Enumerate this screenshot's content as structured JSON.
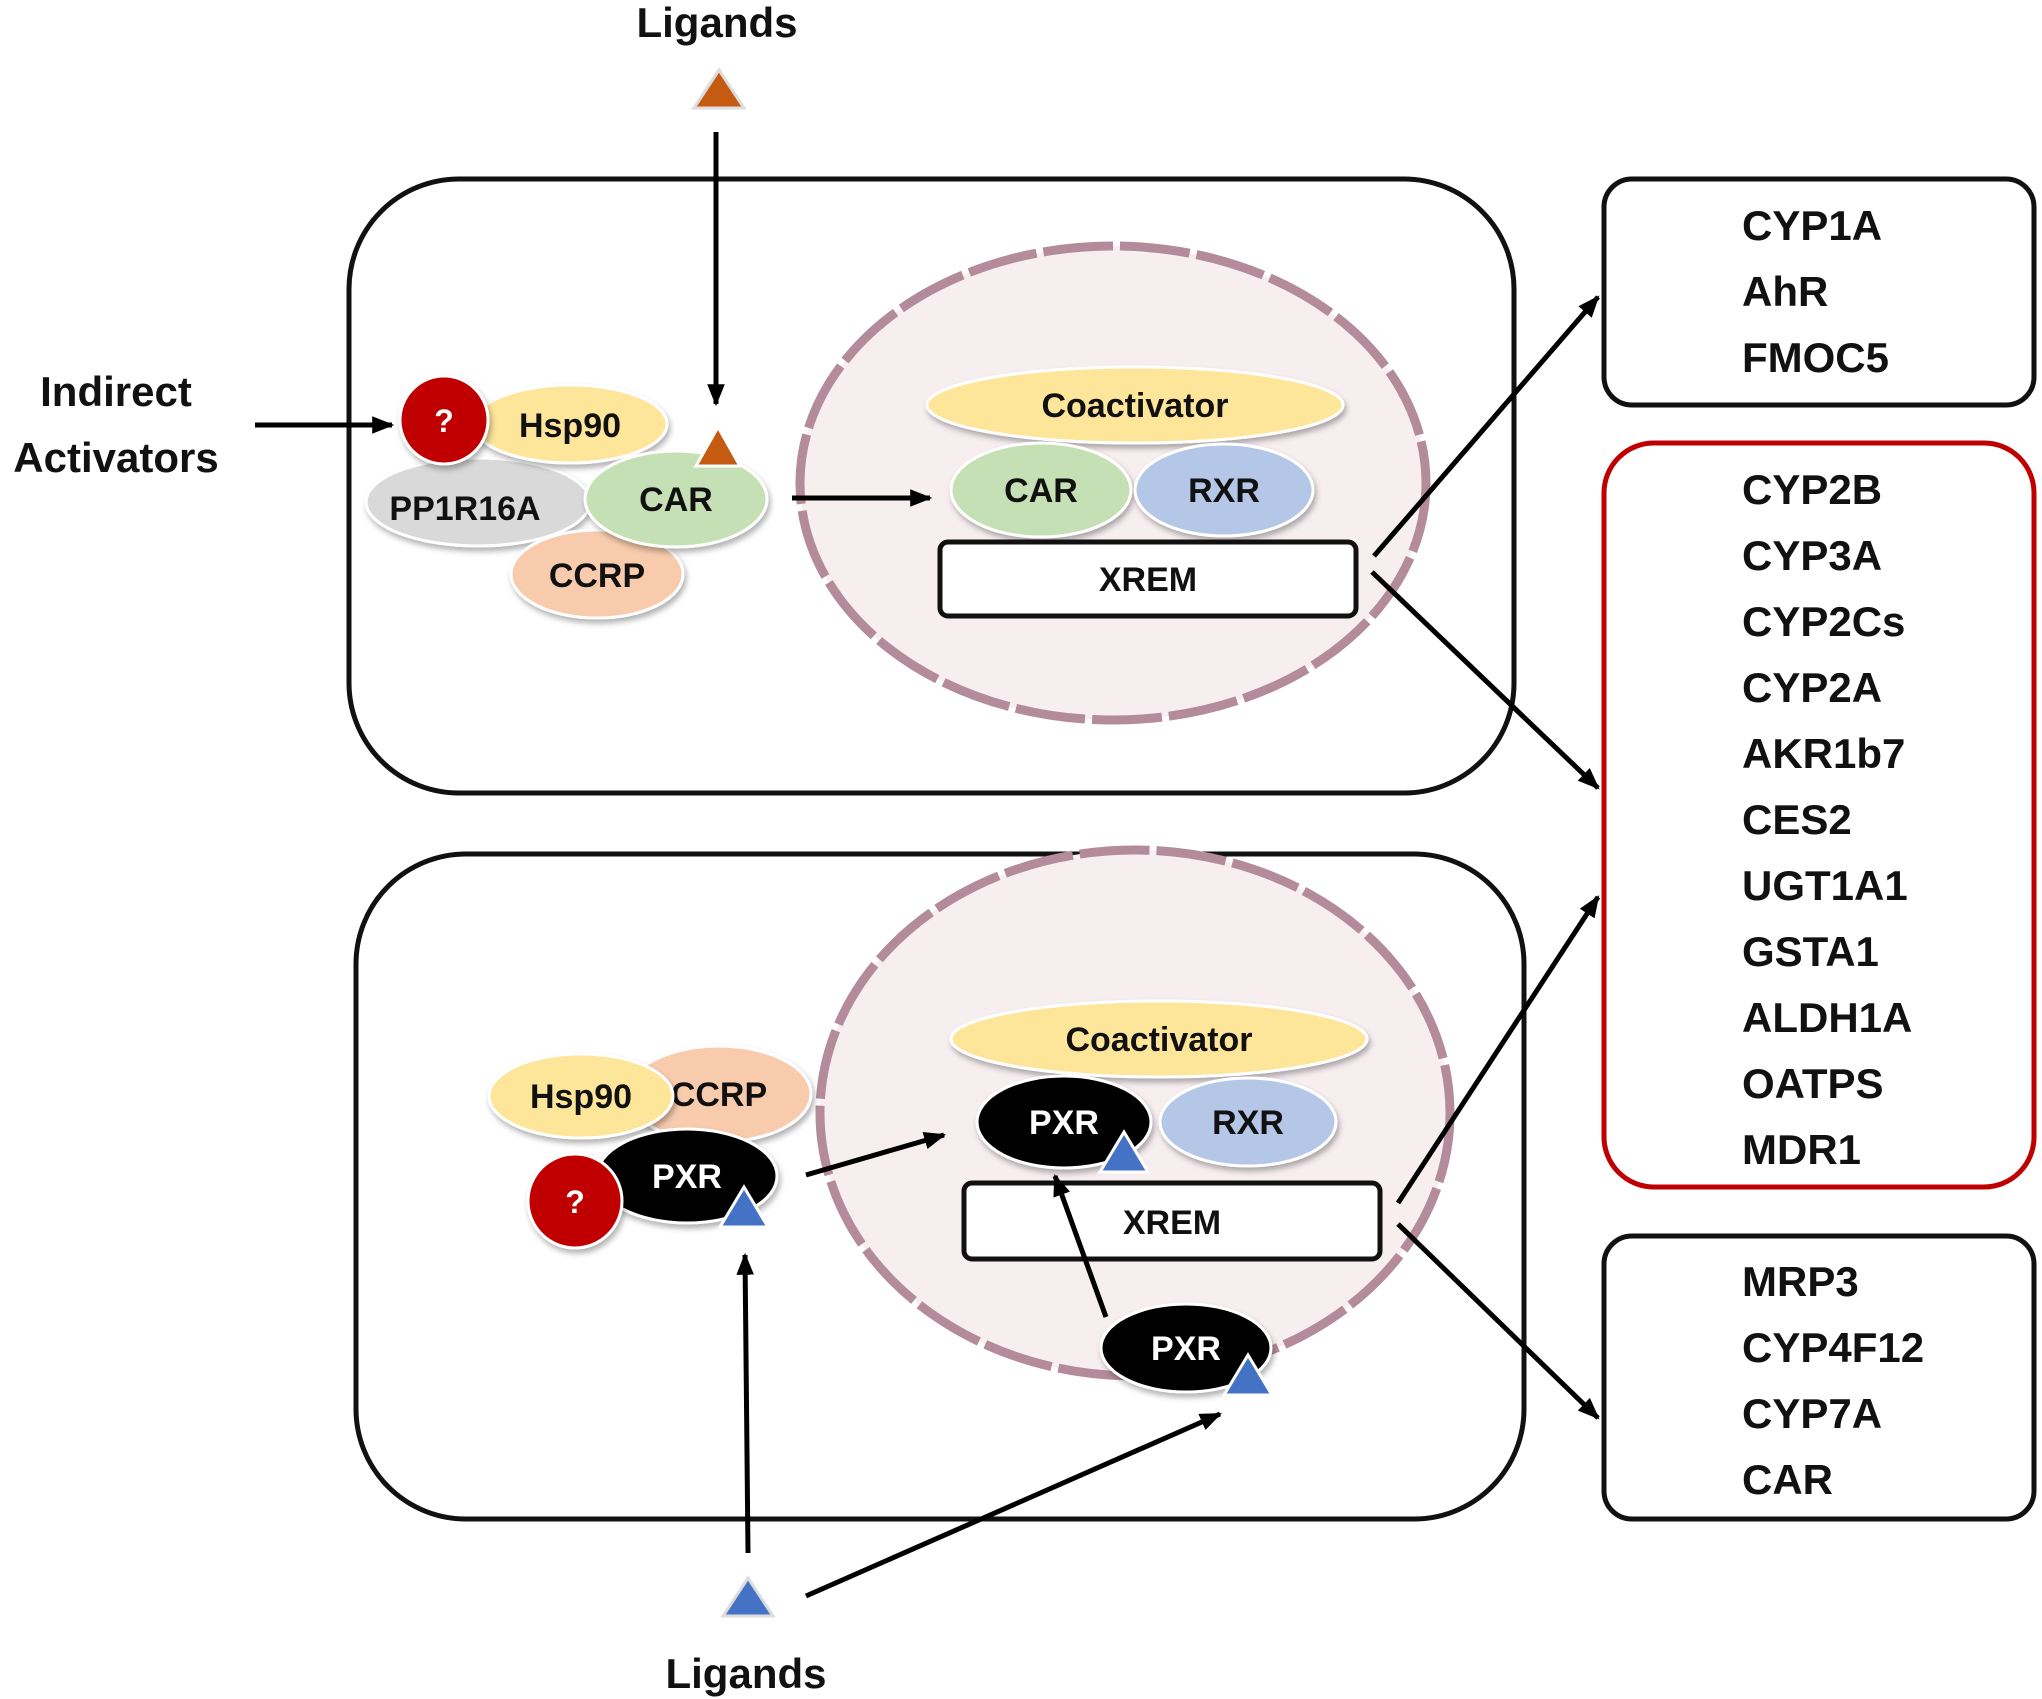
{
  "labels": {
    "ligands_top": "Ligands",
    "ligands_bottom": "Ligands",
    "indirect_line1": "Indirect",
    "indirect_line2": "Activators",
    "question": "?",
    "hsp90": "Hsp90",
    "pp1r16a": "PP1R16A",
    "car": "CAR",
    "ccrp": "CCRP",
    "coactivator": "Coactivator",
    "rxr": "RXR",
    "xrem": "XREM",
    "pxr": "PXR"
  },
  "gene_groups": [
    {
      "genes": [
        "CYP1A",
        "AhR",
        "FMOC5"
      ]
    },
    {
      "genes": [
        "CYP2B",
        "CYP3A",
        "CYP2Cs",
        "CYP2A",
        "AKR1b7",
        "CES2",
        "UGT1A1",
        "GSTA1",
        "ALDH1A",
        "OATPS",
        "MDR1"
      ]
    },
    {
      "genes": [
        "MRP3",
        "CYP4F12",
        "CYP7A",
        "CAR"
      ]
    }
  ],
  "colors": {
    "hsp90": "#fde59a",
    "car": "#c5e0b4",
    "ccrp": "#f8cbad",
    "pp1r16a": "#d9d9d9",
    "coactivator": "#fde59a",
    "rxr": "#b4c7e7",
    "pxr": "#000000",
    "question": "#c00000",
    "ligand_car": "#c55a11",
    "ligand_pxr": "#4472c4",
    "nucleus_fill": "#f7eef0",
    "nucleus_border": "#b48b9a",
    "highlight_box": "#c00000"
  }
}
